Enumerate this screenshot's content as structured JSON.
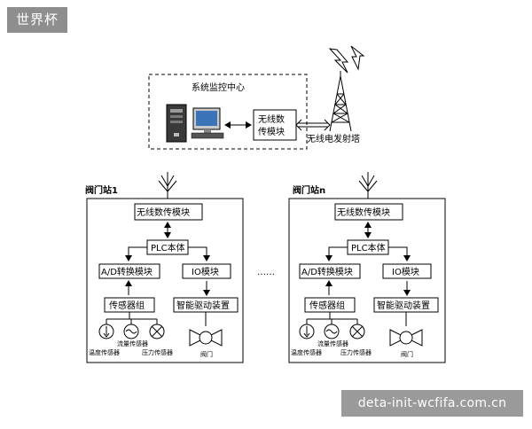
{
  "watermark": {
    "top_left": "世界杯",
    "bottom_right": "deta-init-wcfifa.com.cn"
  },
  "control_center": {
    "title": "系统监控中心",
    "module_line1": "无线数",
    "module_line2": "传模块"
  },
  "tower": {
    "label": "无线电发射塔"
  },
  "ellipsis": "……",
  "stations": [
    {
      "name": "阀门站1",
      "wireless": "无线数传模块",
      "plc": "PLC本体",
      "ad": "A/D转换模块",
      "io": "IO模块",
      "sensors": "传感器组",
      "driver": "智能驱动装置",
      "flow_sensor": "流量传感器",
      "temp_sensor": "温度传感器",
      "pressure_sensor": "压力传感器",
      "valve": "阀门"
    },
    {
      "name": "阀门站n",
      "wireless": "无线数传模块",
      "plc": "PLC本体",
      "ad": "A/D转换模块",
      "io": "IO模块",
      "sensors": "传感器组",
      "driver": "智能驱动装置",
      "flow_sensor": "流量传感器",
      "temp_sensor": "温度传感器",
      "pressure_sensor": "压力传感器",
      "valve": "阀门"
    }
  ]
}
